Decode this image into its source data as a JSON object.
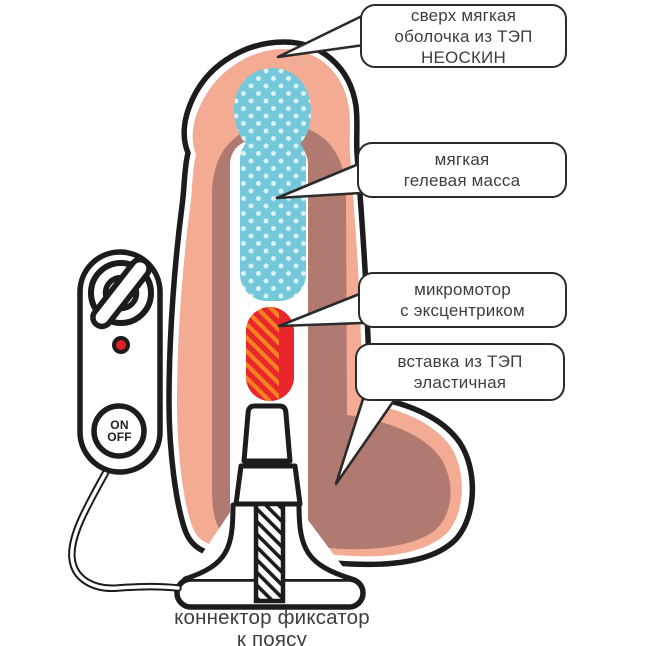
{
  "diagram": {
    "title_context": "product cutaway diagram",
    "callouts": [
      {
        "id": "shell",
        "text": "сверх мягкая\nоболочка из ТЭП\nНЕОСКИН"
      },
      {
        "id": "gel",
        "text": "мягкая\nгелевая масса"
      },
      {
        "id": "motor",
        "text": "микромотор\nс эксцентриком"
      },
      {
        "id": "insert",
        "text": "вставка из ТЭП\nэластичная"
      }
    ],
    "bottom_label": "коннектор фиксатор\nк поясу",
    "remote": {
      "power_button": "ON\nOFF"
    },
    "colors": {
      "outline": "#1d1b1c",
      "skin_outer": "#f3ab93",
      "insert_inner": "#b17a71",
      "gel_blue": "#74c8d9",
      "gel_dot": "#d9f2f6",
      "motor_red": "#e8262b",
      "motor_stripe_orange": "#f58220",
      "led_red": "#d92327",
      "bubble_border": "#2b2b2b",
      "text": "#3e3e3e"
    }
  }
}
